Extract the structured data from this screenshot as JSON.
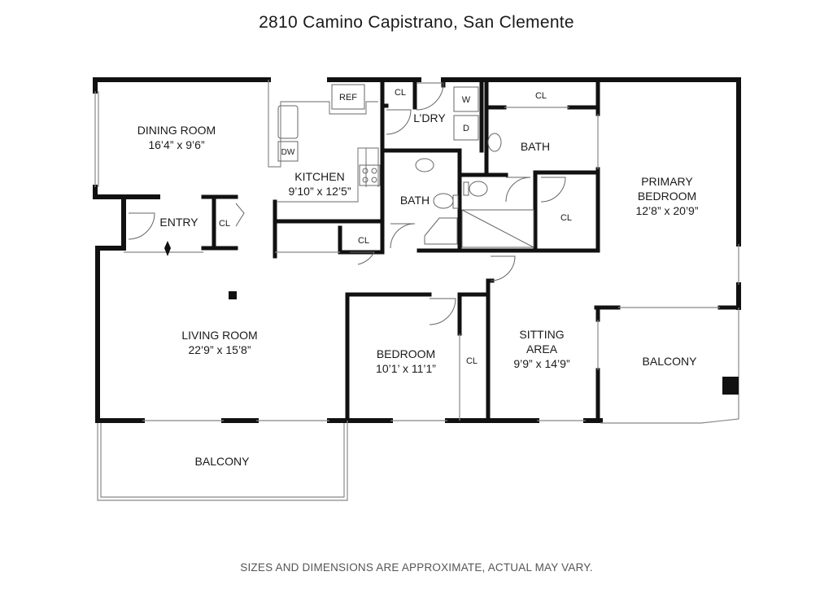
{
  "title": "2810 Camino Capistrano, San Clemente",
  "footer": "SIZES AND DIMENSIONS ARE APPROXIMATE, ACTUAL MAY VARY.",
  "rooms": {
    "dining_room": {
      "name": "DINING ROOM",
      "size": "16’4” x 9’6”"
    },
    "kitchen": {
      "name": "KITCHEN",
      "size": "9’10” x 12’5”"
    },
    "entry": {
      "name": "ENTRY"
    },
    "living_room": {
      "name": "LIVING ROOM",
      "size": "22’9” x 15’8”"
    },
    "bath_1": {
      "name": "BATH"
    },
    "bath_2": {
      "name": "BATH"
    },
    "laundry": {
      "name": "L’DRY"
    },
    "bedroom": {
      "name": "BEDROOM",
      "size": "10’1’ x 11’1”"
    },
    "sitting_area": {
      "name_line1": "SITTING",
      "name_line2": "AREA",
      "size": "9’9” x 14’9”"
    },
    "primary_bedroom": {
      "name_line1": "PRIMARY",
      "name_line2": "BEDROOM",
      "size": "12’8” x 20’9”"
    },
    "balcony_left": {
      "name": "BALCONY"
    },
    "balcony_right": {
      "name": "BALCONY"
    }
  },
  "fixtures": {
    "ref": "REF",
    "dw": "DW",
    "washer": "W",
    "dryer": "D",
    "closet": "CL"
  },
  "colors": {
    "wall": "#111111",
    "line": "#888888",
    "text": "#1a1a1a"
  }
}
